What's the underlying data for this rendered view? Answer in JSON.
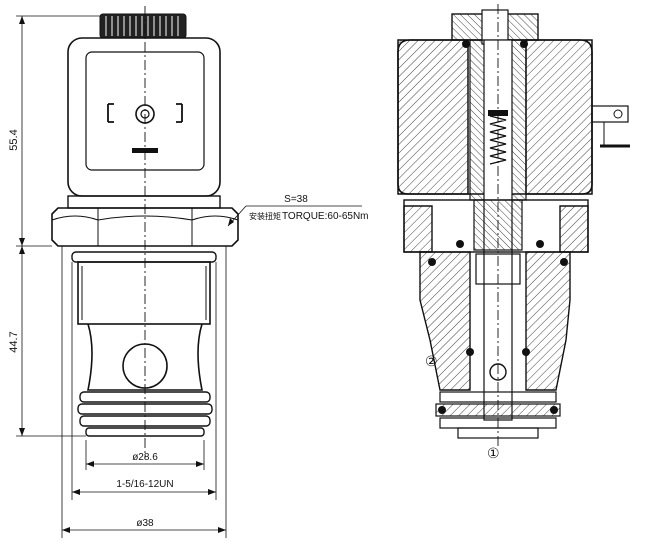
{
  "dimensions": {
    "upper_height": "55.4",
    "lower_height": "44.7",
    "seat_diameter": "ø28.6",
    "thread_spec": "1-5/16-12UN",
    "body_diameter": "ø38"
  },
  "callout": {
    "wrench_size": "S=38",
    "torque_cn": "安装扭矩",
    "torque": "TORQUE:60-65Nm"
  },
  "ports": {
    "port1": "①",
    "port2": "②"
  }
}
